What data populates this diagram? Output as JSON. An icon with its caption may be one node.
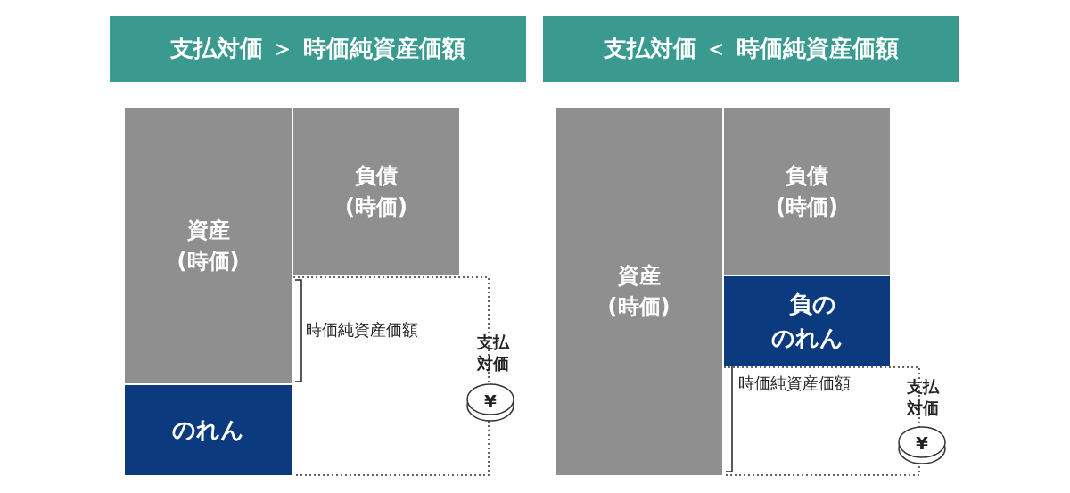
{
  "diagram": {
    "nodes": [
      {
        "text": [
          "支払対価 ＞ 時価純資産価額"
        ]
      },
      {
        "text": [
          "資産 (時価)"
        ]
      },
      {
        "text": [
          "負債 (時価)"
        ]
      },
      {
        "text": [
          "のれん"
        ]
      },
      {
        "text": [
          "支払対価 ＜ 時価純資産価額"
        ]
      },
      {
        "text": [
          "資産 (時価)"
        ]
      },
      {
        "text": [
          "負債 (時価)"
        ]
      },
      {
        "text": [
          "負ののれん"
        ]
      }
    ],
    "labels": [
      "時価純資産価額",
      "支払対価",
      "¥",
      "時価純資産価額",
      "支払対価",
      "¥"
    ]
  }
}
